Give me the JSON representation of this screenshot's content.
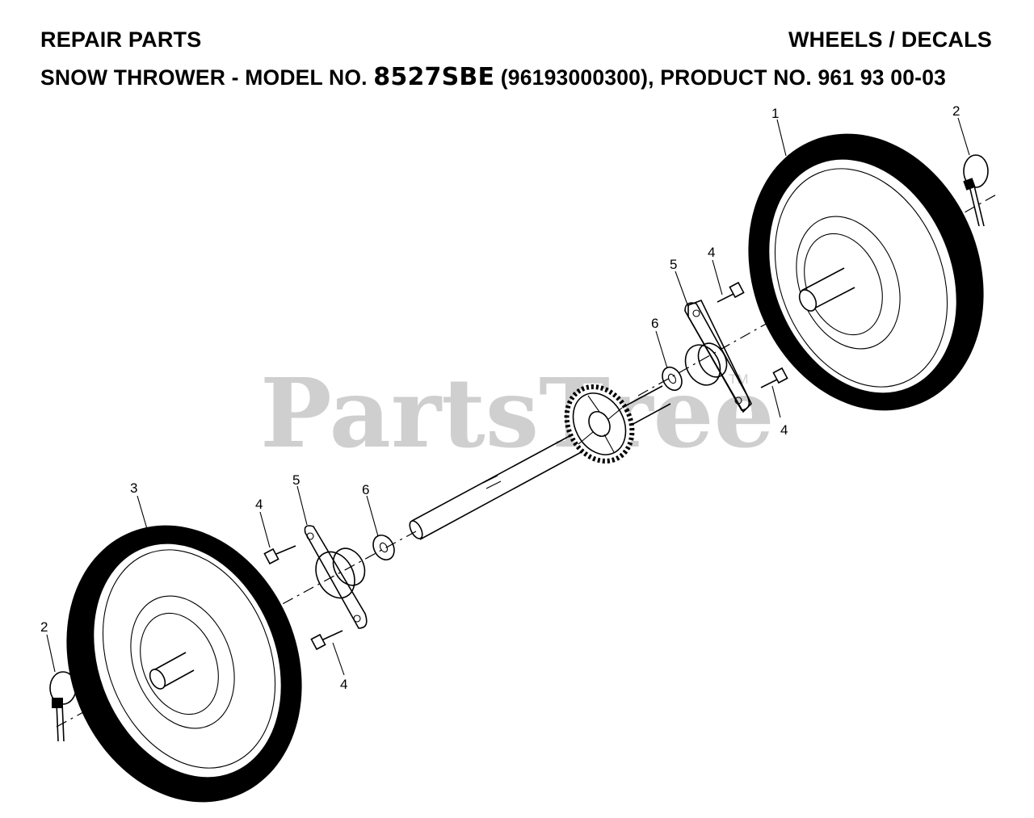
{
  "header": {
    "left": "REPAIR PARTS",
    "right": "WHEELS / DECALS",
    "sub_prefix": "SNOW THROWER - MODEL NO. ",
    "sub_model": "8527SBE",
    "sub_suffix": " (96193000300), PRODUCT NO. 961 93 00-03"
  },
  "watermark": {
    "text": "PartsTree",
    "tm": "TM"
  },
  "callouts": {
    "wheel_right": "1",
    "pin_right": "2",
    "pin_left": "2",
    "wheel_left": "3",
    "bolt_right_top": "4",
    "bolt_right_bottom": "4",
    "bolt_left_top": "4",
    "bolt_left_bottom": "4",
    "bearing_right": "5",
    "bearing_left": "5",
    "washer_right": "6",
    "washer_left": "6"
  }
}
